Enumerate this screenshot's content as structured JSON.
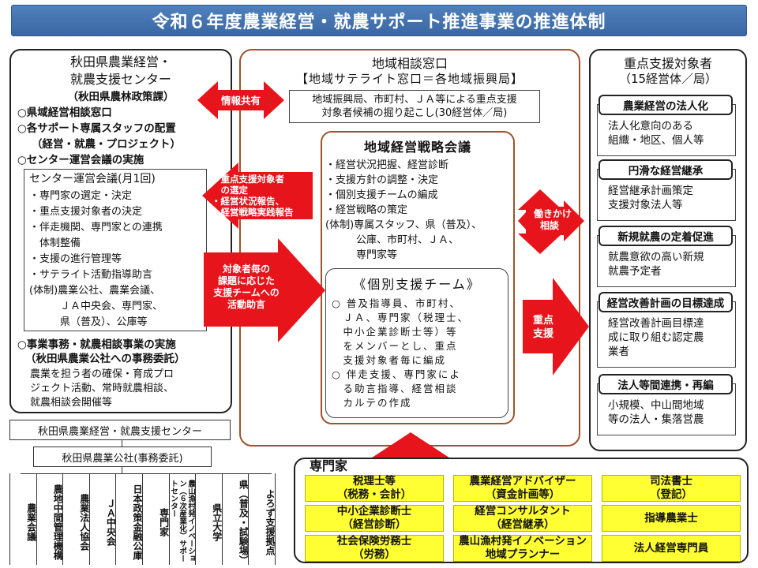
{
  "title": "令和６年度農業経営・就農サポート推進事業の推進体制",
  "left": {
    "heading1": "秋田県農業経営・",
    "heading2": "就農支援センター",
    "heading3": "（秋田県農林政策課）",
    "item1": "○県域経営相談窓口",
    "item2": "○各サポート専属スタッフの配置",
    "item2b": "（経営・就農・プロジェクト）",
    "item3": "○センター運営会議の実施",
    "meeting": {
      "title": "センター運営会議(月1回)",
      "lines": [
        "・専門家の選定・決定",
        "・重点支援対象者の決定",
        "・伴走機関、専門家との連携",
        "　体制整備",
        "・支援の進行管理等",
        "・サテライト活動指導助言",
        "(体制)農業公社、農業会議、",
        "　　　ＪＡ中央会、専門家、",
        "　　　県（普及）、公庫等"
      ]
    },
    "item4": "○事業事務・就農相談事業の実施",
    "item4b": "（秋田県農業公社への事務委託）",
    "item4lines": [
      "農業を担う者の確保・育成プロ",
      "ジェクト活動、常時就農相談、",
      "就農相談会開催等"
    ]
  },
  "arrows": {
    "info_share": "情報共有",
    "report_lines": [
      "・重点支援対象者",
      "　の選定",
      "・経営状況報告、",
      "　経営戦略実践報告"
    ],
    "advice_lines": [
      "対象者毎の",
      "課題に応じた",
      "支援チームへの",
      "活動助言"
    ],
    "action_lines": [
      "働きかけ",
      "相談"
    ],
    "support_lines": [
      "重点",
      "支援"
    ]
  },
  "center": {
    "heading1": "地域相談窓口",
    "heading2": "【地域サテライト窓口＝各地域振興局】",
    "desc_lines": [
      "地域振興局、市町村、ＪＡ等による重点支援",
      "対象者候補の掘り起こし(30経営体／局)"
    ],
    "strategy": {
      "title": "地域経営戦略会議",
      "lines": [
        "・経営状況把握、経営診断",
        "・支援方針の調整・決定",
        "・個別支援チームの編成",
        "・経営戦略の策定",
        "(体制)専属スタッフ、県（普及）、",
        "　　　公庫、市町村、ＪＡ、",
        "　　　専門家等"
      ]
    },
    "team": {
      "title": "《個別支援チーム》",
      "lines": [
        "○ 普及指導員、市町村、",
        "　ＪＡ、専門家（税理士、",
        "　中小企業診断士等）等",
        "　をメンバーとし、重点",
        "　支援対象者毎に編成",
        "○ 伴走支援、専門家によ",
        "　る助言指導、経営相談",
        "　カルテの作成"
      ]
    }
  },
  "right": {
    "heading1": "重点支援対象者",
    "heading2": "（15経営体／局）",
    "groups": [
      {
        "tab": "農業経営の法人化",
        "lines": [
          "法人化意向のある",
          "組織・地区、個人等"
        ]
      },
      {
        "tab": "円滑な経営継承",
        "lines": [
          "経営継承計画策定",
          "支援対象法人等"
        ]
      },
      {
        "tab": "新規就農の定着促進",
        "lines": [
          "就農意欲の高い新規",
          "就農予定者"
        ]
      },
      {
        "tab": "経営改善計画の目標達成",
        "lines": [
          "経営改善計画目標達",
          "成に取り組む認定農",
          "業者"
        ]
      },
      {
        "tab": "法人等間連携・再編",
        "lines": [
          "小規模、中山間地域",
          "等の法人・集落営農"
        ]
      }
    ]
  },
  "bottom_left": {
    "center_label": "秋田県農業経営・就農支援センター",
    "kosha_label": "秋田県農業公社(事務委託)",
    "columns": [
      "農業会議",
      "農地中間管理機構",
      "農業法人協会",
      "ＪＡ中央会",
      "日本政策金融公庫",
      "専門家",
      "農山漁村発イノベーション（６次産業化）サポートセンター",
      "県立大学",
      "県（普及・試験場）",
      "よろず支援拠点"
    ]
  },
  "experts": {
    "heading": "専門家",
    "boxes": [
      [
        "税理士等",
        "（税務・会計）"
      ],
      [
        "農業経営アドバイザー",
        "（資金計画等）"
      ],
      [
        "司法書士",
        "（登記）"
      ],
      [
        "中小企業診断士",
        "（経営診断）"
      ],
      [
        "経営コンサルタント",
        "（経営継承）"
      ],
      [
        "指導農業士"
      ],
      [
        "社会保険労務士",
        "（労務）"
      ],
      [
        "農山漁村発イノベーション",
        "地域プランナー"
      ],
      [
        "法人経営専門員"
      ]
    ]
  },
  "colors": {
    "arrow_red": "#e8141c",
    "title_blue": "#4f81bd",
    "expert_yellow": "#ffff33",
    "border_brown": "#a0522d"
  }
}
